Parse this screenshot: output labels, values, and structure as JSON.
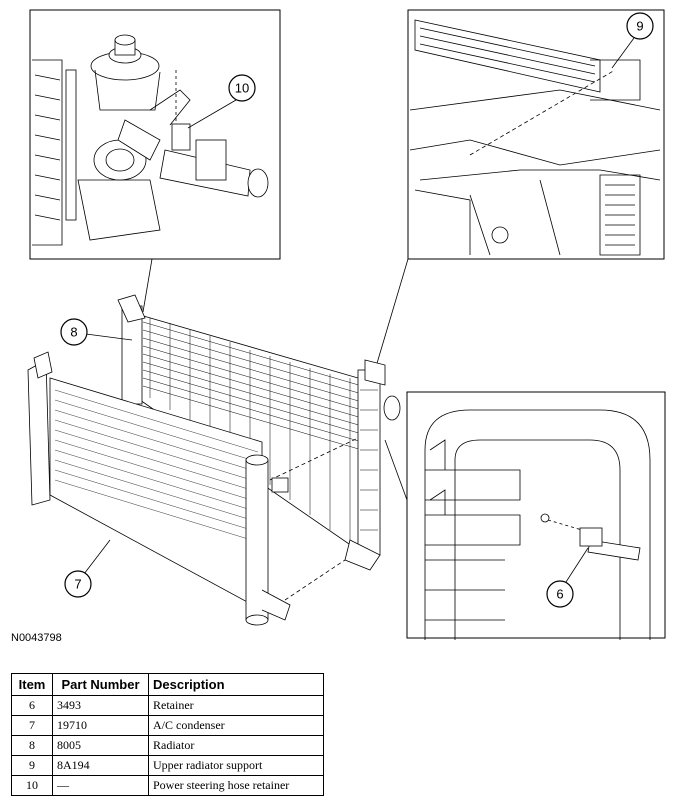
{
  "callouts": {
    "c6": "6",
    "c7": "7",
    "c8": "8",
    "c9": "9",
    "c10": "10"
  },
  "figure_id": "N0043798",
  "table": {
    "headers": [
      "Item",
      "Part Number",
      "Description"
    ],
    "rows": [
      {
        "item": "6",
        "part": "3493",
        "desc": "Retainer"
      },
      {
        "item": "7",
        "part": "19710",
        "desc": "A/C condenser"
      },
      {
        "item": "8",
        "part": "8005",
        "desc": "Radiator"
      },
      {
        "item": "9",
        "part": "8A194",
        "desc": "Upper radiator support"
      },
      {
        "item": "10",
        "part": "—",
        "desc": "Power steering hose retainer"
      }
    ]
  }
}
